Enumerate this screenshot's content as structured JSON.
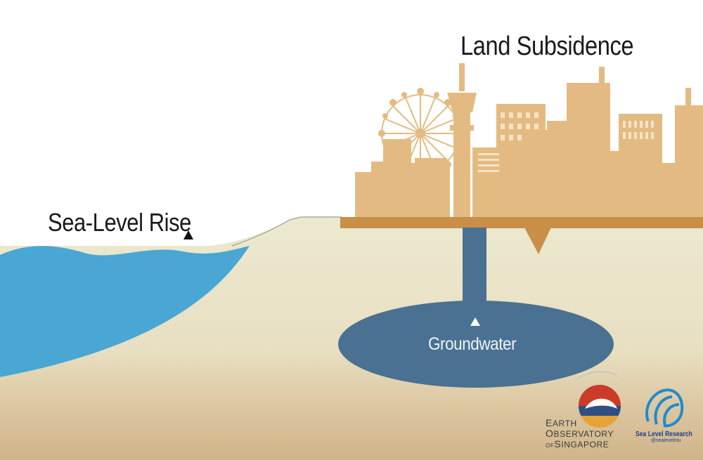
{
  "labels": {
    "land_subsidence": "Land Subsidence",
    "sea_level_rise": "Sea-Level Rise",
    "groundwater": "Groundwater"
  },
  "logos": {
    "eos": {
      "line1_initial": "E",
      "line1_rest": "ARTH",
      "line2_initial": "O",
      "line2_rest": "BSERVATORY",
      "line3_prefix": "OF",
      "line3_initial": "S",
      "line3_rest": "INGAPORE"
    },
    "sea_level_research": {
      "title": "Sea Level Research",
      "handle": "@sealevelntu"
    }
  },
  "colors": {
    "sea": "#4aa6d3",
    "ground": "#ece9cf",
    "sand": "#d9c19b",
    "buildings": "#e3bb82",
    "platform": "#c98e48",
    "groundwater": "#4a7191"
  },
  "icons": {
    "sea_arrow": "triangle-up-icon",
    "gw_arrow": "triangle-up-icon",
    "subsidence_arrow": "triangle-down-icon"
  }
}
